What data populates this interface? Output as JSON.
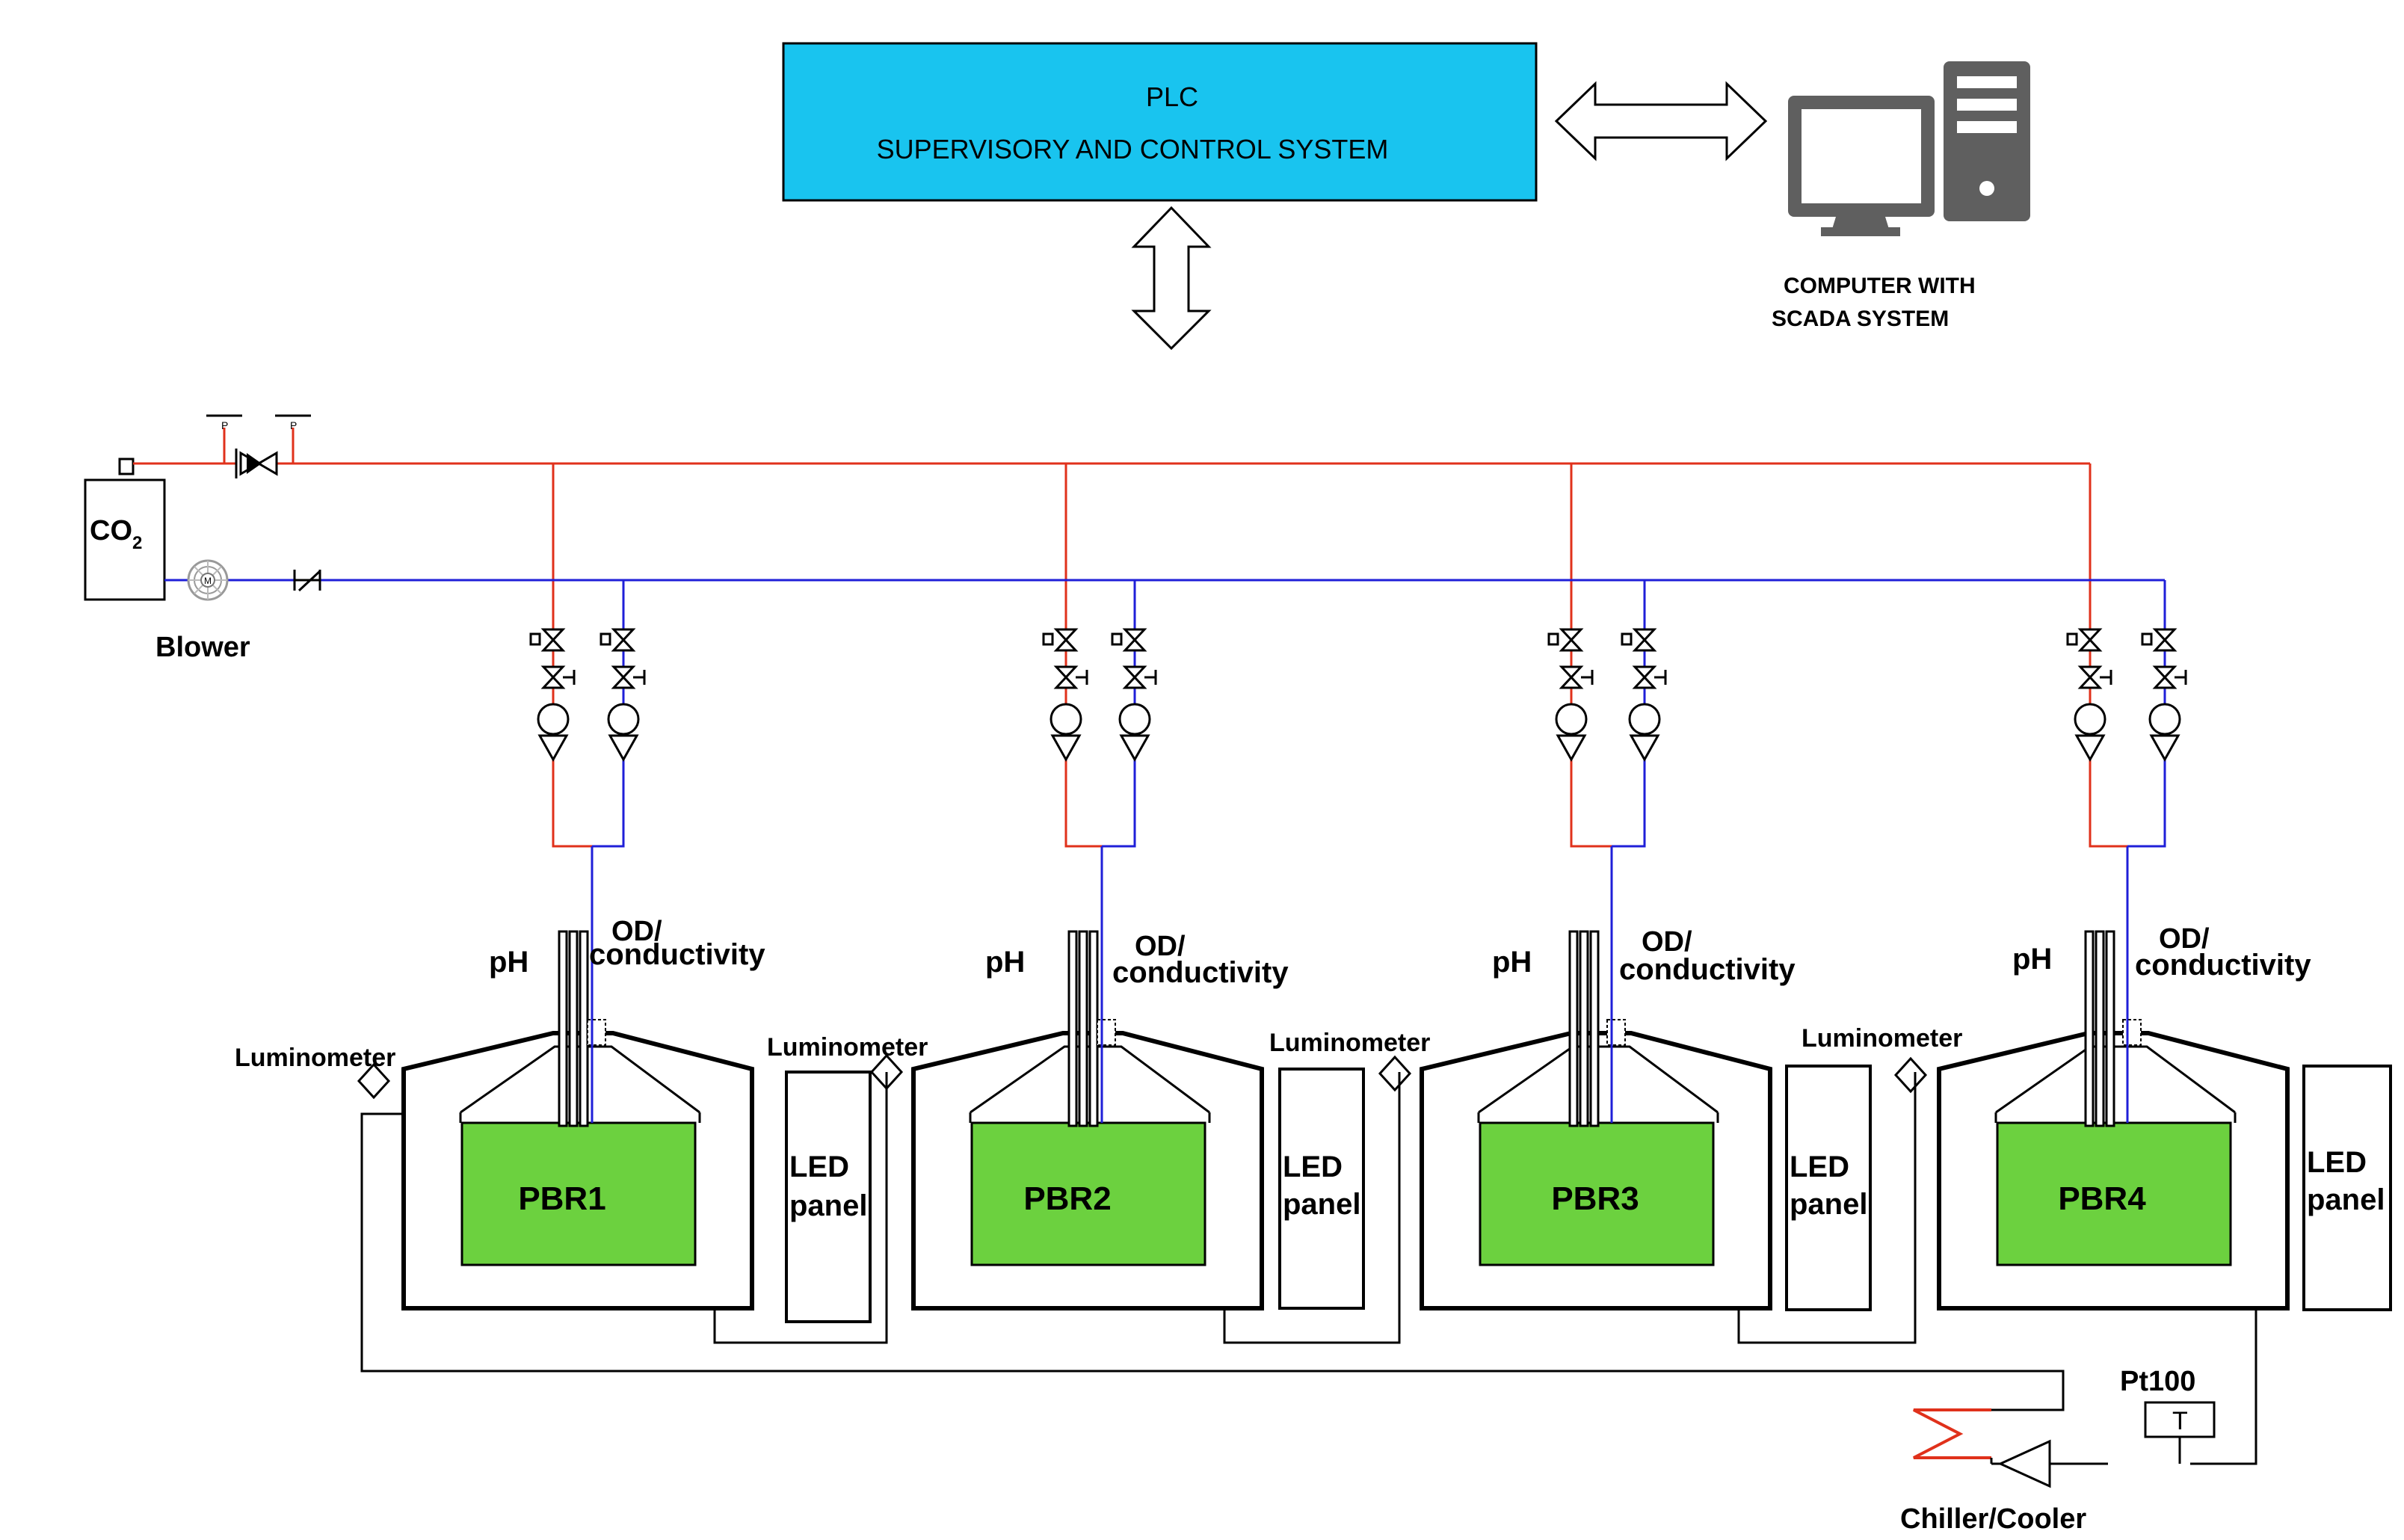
{
  "plc": {
    "title": "PLC",
    "subtitle": "SUPERVISORY AND CONTROL  SYSTEM",
    "fill": "#19c4ef"
  },
  "computer": {
    "line1": "COMPUTER WITH",
    "line2": "SCADA SYSTEM",
    "icon": "desktop-computer-icon"
  },
  "co2": {
    "label": "CO",
    "subscript": "2"
  },
  "blower": {
    "label": "Blower",
    "motor_letter": "M"
  },
  "pressure_gauge_letter": "P",
  "reactors": [
    {
      "label": "PBR1",
      "ph": "pH",
      "od1": "OD/",
      "od2": "conductivity",
      "lum": "Luminometer",
      "led1": "LED",
      "led2": "panel"
    },
    {
      "label": "PBR2",
      "ph": "pH",
      "od1": "OD/",
      "od2": "conductivity",
      "lum": "Luminometer",
      "led1": "LED",
      "led2": "panel"
    },
    {
      "label": "PBR3",
      "ph": "pH",
      "od1": "OD/",
      "od2": "conductivity",
      "lum": "Luminometer",
      "led1": "LED",
      "led2": "panel"
    },
    {
      "label": "PBR4",
      "ph": "pH",
      "od1": "OD/",
      "od2": "conductivity",
      "lum": "Luminometer",
      "led1": "LED",
      "led2": "panel"
    }
  ],
  "pt100": {
    "label": "Pt100",
    "sensor_letter": "T"
  },
  "chiller": {
    "label": "Chiller/Cooler"
  },
  "colors": {
    "co2_line": "#e0311b",
    "air_line": "#1f1fd8",
    "culture": "#6cd13f",
    "plc_box": "#19c4ef",
    "computer_icon": "#5f5f5f"
  }
}
